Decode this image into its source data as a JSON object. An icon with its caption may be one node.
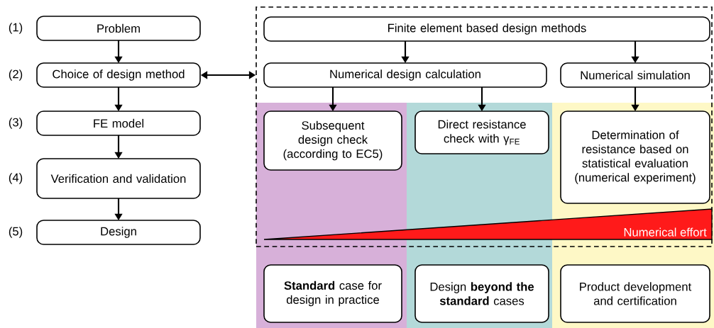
{
  "diagram": {
    "nodes": [
      {
        "text": [
          "Problem"
        ],
        "beside": [
          "(1)"
        ]
      },
      {
        "text": [
          "Choice of design method"
        ],
        "beside": [
          "(2)"
        ]
      },
      {
        "text": [
          "FE model"
        ],
        "beside": [
          "(3)"
        ]
      },
      {
        "text": [
          "Verification and validation"
        ],
        "beside": [
          "(4)"
        ]
      },
      {
        "text": [
          "Design"
        ],
        "beside": [
          "(5)"
        ]
      },
      {
        "text": [],
        "shape": "box"
      },
      {
        "text": [
          "Finite element based design methods"
        ],
        "in": 5
      },
      {
        "text": [
          "Numerical design calculation"
        ],
        "in": 5
      },
      {
        "text": [
          "Numerical simulation"
        ],
        "in": 5
      },
      {
        "text": [
          "Subsequent design check (according to EC5)"
        ],
        "in": 5
      },
      {
        "text": [
          "Direct resistance check with γ$_{FE}$"
        ],
        "in": 5
      },
      {
        "text": [
          "Determination of resistance based on statistical evaluation (numerical experiment)"
        ],
        "in": 5
      },
      {
        "text": [
          "Numerical effort"
        ],
        "in": 5
      },
      {
        "text": [
          "**Standard** case for design in practice"
        ]
      },
      {
        "text": [
          "Design **beyond the standard** cases"
        ]
      },
      {
        "text": [
          "Product development and certification"
        ]
      }
    ],
    "edges": [
      {
        "from": 0,
        "to": 1,
        "arrow": "to"
      },
      {
        "from": 1,
        "to": 2,
        "arrow": "to"
      },
      {
        "from": 2,
        "to": 3,
        "arrow": "to"
      },
      {
        "from": 3,
        "to": 4,
        "arrow": "to"
      },
      {
        "from": 1,
        "to": 5,
        "arrow": "both"
      },
      {
        "from": 6,
        "to": 7,
        "arrow": "to"
      },
      {
        "from": 6,
        "to": 8,
        "arrow": "to"
      },
      {
        "from": 7,
        "to": 9,
        "arrow": "to"
      },
      {
        "from": 7,
        "to": 10,
        "arrow": "to"
      },
      {
        "from": 8,
        "to": 11,
        "arrow": "to"
      }
    ]
  }
}
